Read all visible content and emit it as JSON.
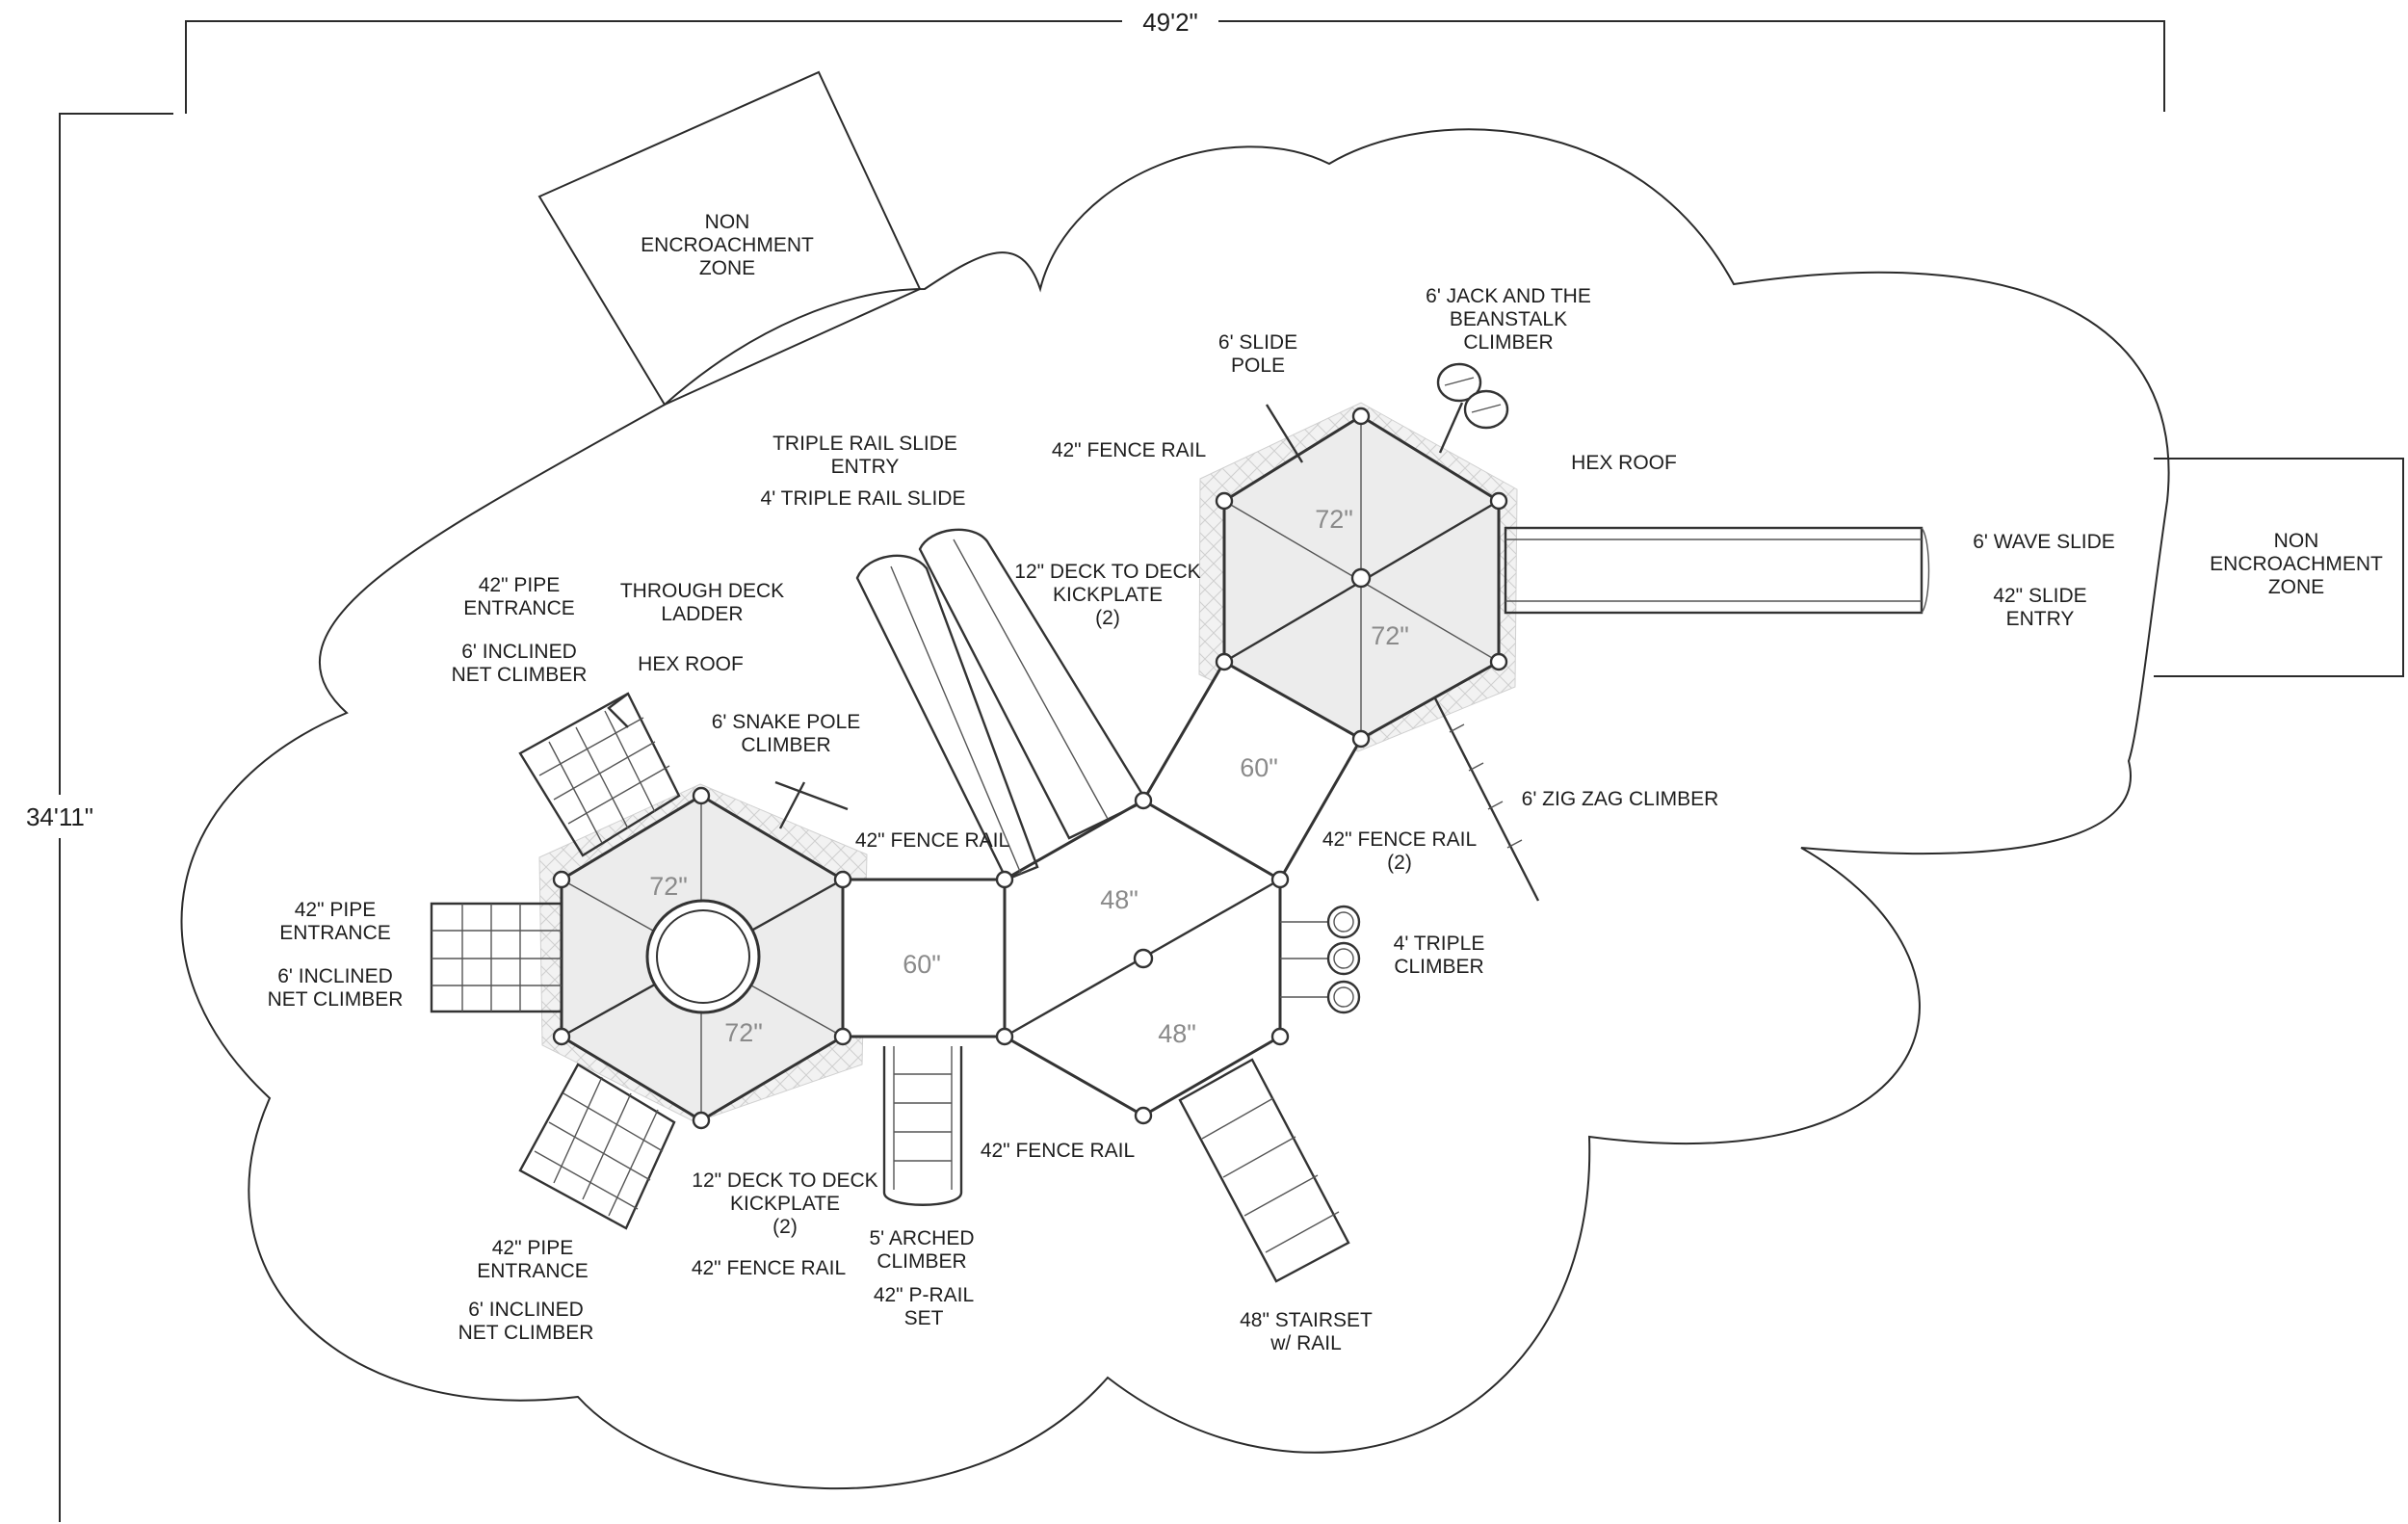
{
  "dimensions": {
    "width": "49'2\"",
    "depth": "34'11\""
  },
  "zones": [
    {
      "id": "nez-top",
      "lines": [
        "NON",
        "ENCROACHMENT",
        "ZONE"
      ]
    },
    {
      "id": "nez-right",
      "lines": [
        "NON",
        "ENCROACHMENT",
        "ZONE"
      ]
    }
  ],
  "deck_heights": [
    "72\"",
    "72\"",
    "72\"",
    "72\"",
    "60\"",
    "60\"",
    "48\"",
    "48\""
  ],
  "labels": [
    {
      "id": "triple-rail-slide-entry",
      "lines": [
        "TRIPLE RAIL SLIDE",
        "ENTRY"
      ]
    },
    {
      "id": "triple-rail-slide",
      "lines": [
        "4' TRIPLE RAIL SLIDE"
      ]
    },
    {
      "id": "fence-rail-top",
      "lines": [
        "42\" FENCE RAIL"
      ]
    },
    {
      "id": "slide-pole",
      "lines": [
        "6' SLIDE",
        "POLE"
      ]
    },
    {
      "id": "beanstalk-climber",
      "lines": [
        "6' JACK AND THE",
        "BEANSTALK",
        "CLIMBER"
      ]
    },
    {
      "id": "hex-roof-right",
      "lines": [
        "HEX ROOF"
      ]
    },
    {
      "id": "wave-slide",
      "lines": [
        "6' WAVE SLIDE"
      ]
    },
    {
      "id": "slide-entry",
      "lines": [
        "42\" SLIDE",
        "ENTRY"
      ]
    },
    {
      "id": "kickplate-top",
      "lines": [
        "12\" DECK TO DECK",
        "KICKPLATE",
        "(2)"
      ]
    },
    {
      "id": "pipe-entrance-1",
      "lines": [
        "42\" PIPE",
        "ENTRANCE"
      ]
    },
    {
      "id": "net-climber-1",
      "lines": [
        "6' INCLINED",
        "NET CLIMBER"
      ]
    },
    {
      "id": "through-deck-ladder",
      "lines": [
        "THROUGH DECK",
        "LADDER"
      ]
    },
    {
      "id": "hex-roof-left",
      "lines": [
        "HEX ROOF"
      ]
    },
    {
      "id": "snake-pole-climber",
      "lines": [
        "6' SNAKE POLE",
        "CLIMBER"
      ]
    },
    {
      "id": "zig-zag-climber",
      "lines": [
        "6' ZIG ZAG CLIMBER"
      ]
    },
    {
      "id": "fence-rail-mid-left",
      "lines": [
        "42\" FENCE RAIL"
      ]
    },
    {
      "id": "fence-rail-mid-right",
      "lines": [
        "42\" FENCE RAIL",
        "(2)"
      ]
    },
    {
      "id": "pipe-entrance-2",
      "lines": [
        "42\" PIPE",
        "ENTRANCE"
      ]
    },
    {
      "id": "net-climber-2",
      "lines": [
        "6' INCLINED",
        "NET CLIMBER"
      ]
    },
    {
      "id": "triple-climber",
      "lines": [
        "4' TRIPLE",
        "CLIMBER"
      ]
    },
    {
      "id": "fence-rail-bottom",
      "lines": [
        "42\" FENCE RAIL"
      ]
    },
    {
      "id": "kickplate-bottom",
      "lines": [
        "12\" DECK TO DECK",
        "KICKPLATE",
        "(2)"
      ]
    },
    {
      "id": "arched-climber",
      "lines": [
        "5' ARCHED",
        "CLIMBER"
      ]
    },
    {
      "id": "fence-rail-lower-left",
      "lines": [
        "42\" FENCE RAIL"
      ]
    },
    {
      "id": "p-rail-set",
      "lines": [
        "42\" P-RAIL",
        "SET"
      ]
    },
    {
      "id": "pipe-entrance-3",
      "lines": [
        "42\" PIPE",
        "ENTRANCE"
      ]
    },
    {
      "id": "net-climber-3",
      "lines": [
        "6' INCLINED",
        "NET CLIMBER"
      ]
    },
    {
      "id": "stairset",
      "lines": [
        "48\" STAIRSET",
        "w/ RAIL"
      ]
    }
  ]
}
